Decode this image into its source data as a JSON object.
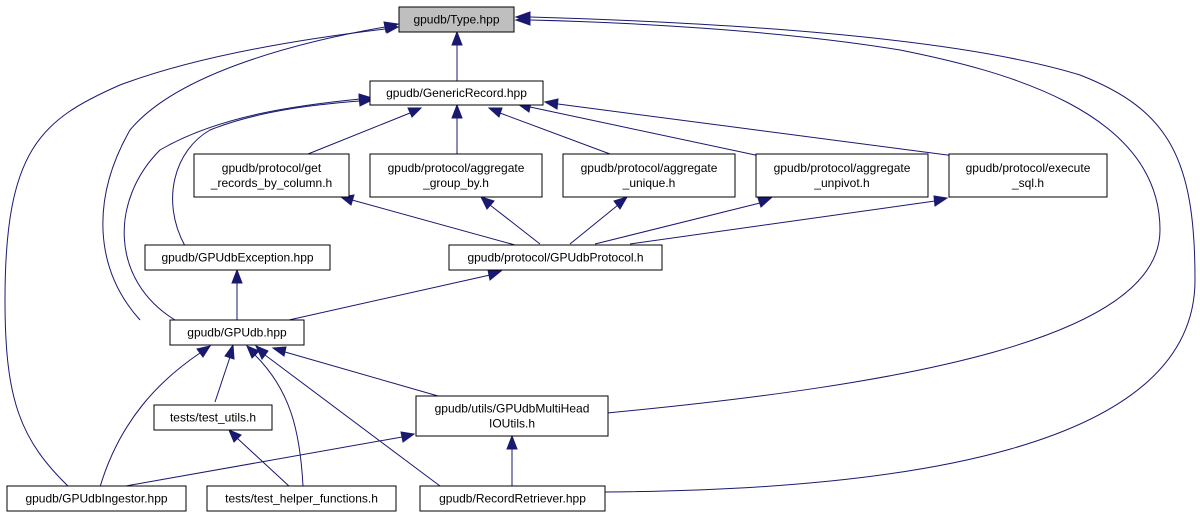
{
  "graph": {
    "nodes": {
      "type_hpp": {
        "lines": [
          "gpudb/Type.hpp"
        ],
        "highlighted": true
      },
      "generic_record": {
        "lines": [
          "gpudb/GenericRecord.hpp"
        ]
      },
      "get_records_by_column": {
        "lines": [
          "gpudb/protocol/get",
          "_records_by_column.h"
        ]
      },
      "aggregate_group_by": {
        "lines": [
          "gpudb/protocol/aggregate",
          "_group_by.h"
        ]
      },
      "aggregate_unique": {
        "lines": [
          "gpudb/protocol/aggregate",
          "_unique.h"
        ]
      },
      "aggregate_unpivot": {
        "lines": [
          "gpudb/protocol/aggregate",
          "_unpivot.h"
        ]
      },
      "execute_sql": {
        "lines": [
          "gpudb/protocol/execute",
          "_sql.h"
        ]
      },
      "gpudb_exception": {
        "lines": [
          "gpudb/GPUdbException.hpp"
        ]
      },
      "gpudb_protocol": {
        "lines": [
          "gpudb/protocol/GPUdbProtocol.h"
        ]
      },
      "gpudb_hpp": {
        "lines": [
          "gpudb/GPUdb.hpp"
        ]
      },
      "test_utils": {
        "lines": [
          "tests/test_utils.h"
        ]
      },
      "multi_head_io": {
        "lines": [
          "gpudb/utils/GPUdbMultiHead",
          "IOUtils.h"
        ]
      },
      "gpudb_ingestor": {
        "lines": [
          "gpudb/GPUdbIngestor.hpp"
        ]
      },
      "test_helper_functions": {
        "lines": [
          "tests/test_helper_functions.h"
        ]
      },
      "record_retriever": {
        "lines": [
          "gpudb/RecordRetriever.hpp"
        ]
      }
    },
    "colors": {
      "edge": "#191970",
      "node_fill": "#ffffff",
      "node_highlight_fill": "#bfbfbf",
      "node_border": "#000000"
    }
  }
}
